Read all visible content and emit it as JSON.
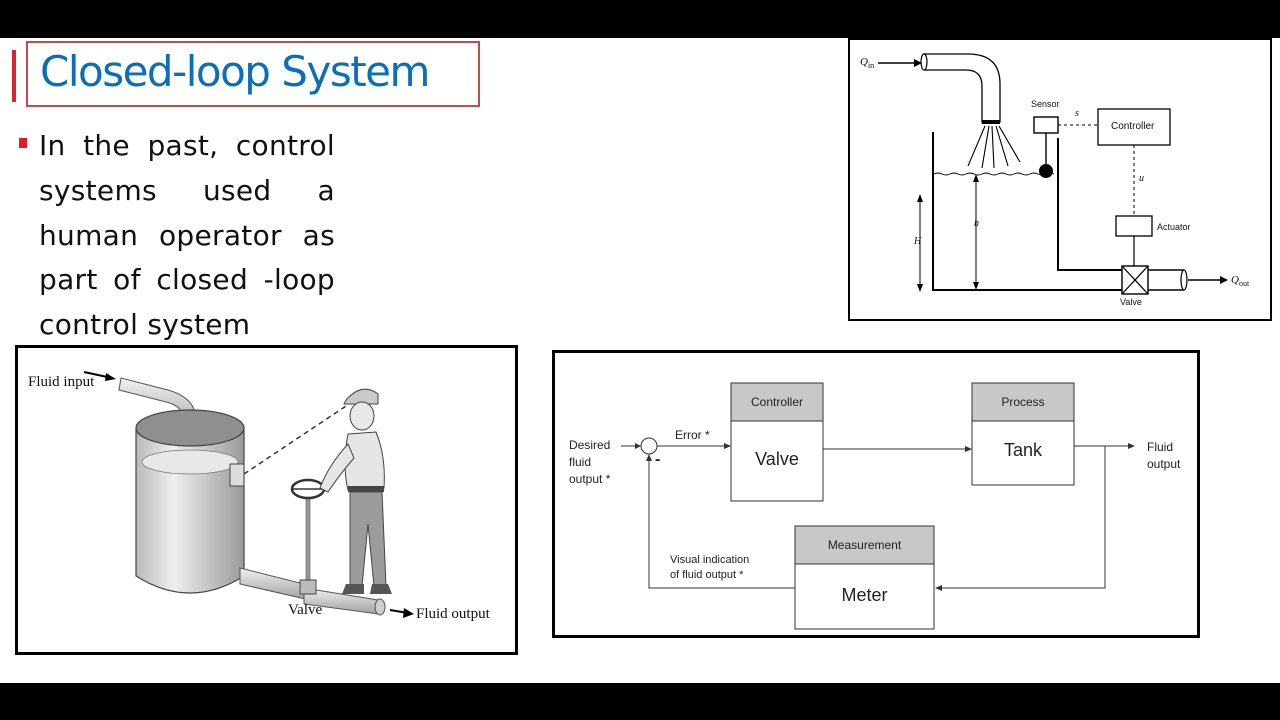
{
  "slide": {
    "title": "Closed-loop System",
    "bullet": "In the past, control systems used a human operator as part of closed -loop control system"
  },
  "colors": {
    "title_blue": "#0a6fb5",
    "accent_red": "#d8262d",
    "title_border": "#c9494b",
    "bullet_red": "#e01b24",
    "block_header_gray": "#c8c8c8"
  },
  "operator_figure": {
    "fluid_input": "Fluid input",
    "valve": "Valve",
    "fluid_output": "Fluid output"
  },
  "tank_figure": {
    "q_in": "Q",
    "q_in_sub": "in",
    "sensor": "Sensor",
    "s": "s",
    "controller": "Controller",
    "u": "u",
    "actuator": "Actuator",
    "h_upper": "H",
    "h_lower": "h",
    "valve": "Valve",
    "q_out": "Q",
    "q_out_sub": "out"
  },
  "block_diagram": {
    "desired": "Desired\nfluid\noutput *",
    "error": "Error *",
    "minus": "-",
    "controller_header": "Controller",
    "controller_body": "Valve",
    "process_header": "Process",
    "process_body": "Tank",
    "output": "Fluid\noutput",
    "measurement_header": "Measurement",
    "measurement_body": "Meter",
    "feedback": "Visual indication\nof fluid output *"
  }
}
